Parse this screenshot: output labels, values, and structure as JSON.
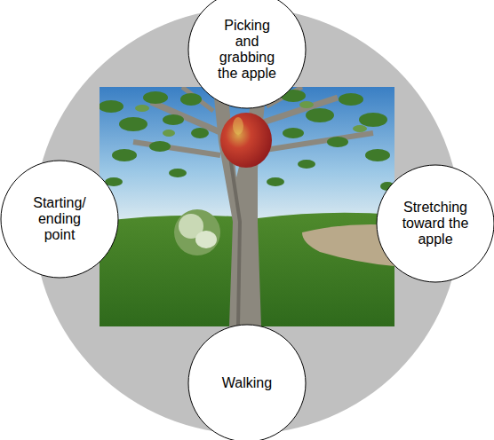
{
  "diagram": {
    "nodes": [
      {
        "text": [
          "Picking and grabbing the apple"
        ]
      },
      {
        "text": [
          "Starting/ ending point"
        ]
      },
      {
        "text": [
          "Stretching toward the apple"
        ]
      },
      {
        "text": [
          "Walking"
        ]
      }
    ]
  }
}
